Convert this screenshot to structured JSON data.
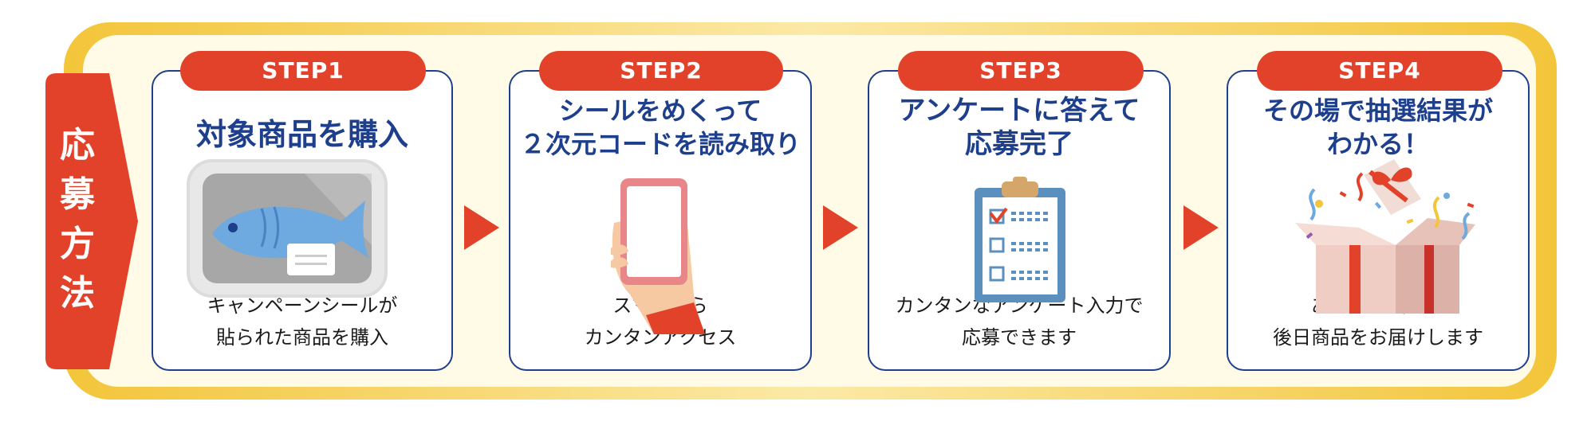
{
  "side_label": [
    "応",
    "募",
    "方",
    "法"
  ],
  "steps": [
    {
      "badge": "STEP1",
      "title": [
        "対象商品を購入"
      ],
      "desc": [
        "キャンペーンシールが",
        "貼られた商品を購入"
      ],
      "illustration": "packaged-fish-icon"
    },
    {
      "badge": "STEP2",
      "title": [
        "シールをめくって",
        "２次元コードを読み取り"
      ],
      "desc": [
        "スマホから",
        "カンタンアクセス"
      ],
      "illustration": "smartphone-in-hand-icon"
    },
    {
      "badge": "STEP3",
      "title": [
        "アンケートに答えて",
        "応募完了"
      ],
      "desc": [
        "カンタンなアンケート入力で",
        "応募できます"
      ],
      "illustration": "clipboard-checklist-icon"
    },
    {
      "badge": "STEP4",
      "title": [
        "その場で抽選結果が",
        "わかる！"
      ],
      "desc": [
        "あたりが出たら",
        "後日商品をお届けします"
      ],
      "illustration": "gift-box-confetti-icon"
    }
  ],
  "colors": {
    "accent_red": "#e3422a",
    "navy": "#1e3f8c",
    "gold": "#f3c53a",
    "cream": "#fffbe6"
  }
}
